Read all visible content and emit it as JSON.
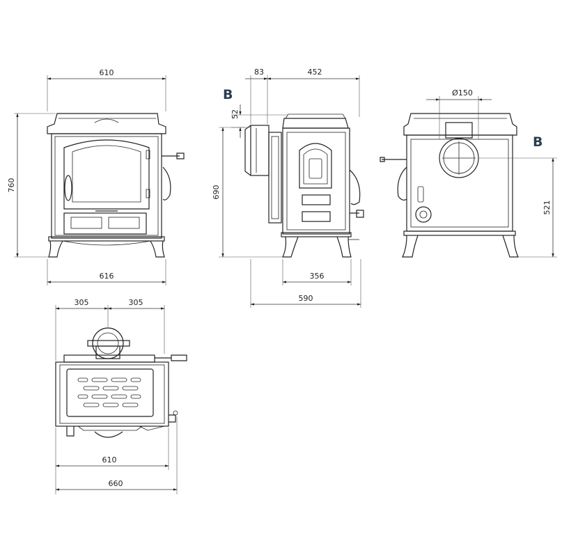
{
  "front_view": {
    "width_top": "610",
    "width_bottom": "616",
    "height": "760"
  },
  "side_view": {
    "flue_offset": "83",
    "depth_top": "452",
    "flue_drop": "52",
    "height": "690",
    "leg_depth": "356",
    "total_depth": "590",
    "label_b": "B"
  },
  "rear_view": {
    "flue_diameter": "Ø150",
    "flue_height": "521",
    "label_b": "B"
  },
  "top_view": {
    "half_left": "305",
    "half_right": "305",
    "width_body": "610",
    "width_total": "660"
  }
}
